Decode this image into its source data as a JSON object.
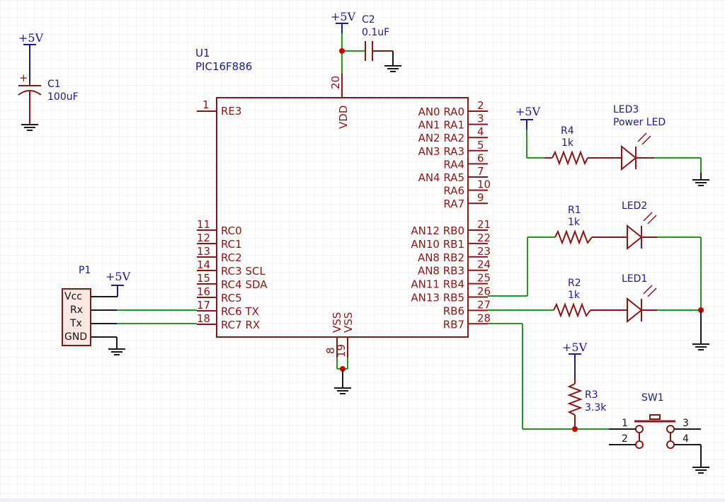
{
  "colors": {
    "wire": "#1f9a1f",
    "part": "#8b1414",
    "power": "#1b1b8a",
    "junction": "#cc0000",
    "ground": "#1a1a1a"
  },
  "power_label": "+5V",
  "u1": {
    "ref": "U1",
    "value": "PIC16F886",
    "pin1_num": "1",
    "pin1_name": "RE3",
    "vdd_num": "20",
    "vdd_name": "VDD",
    "vss_nums": [
      "8",
      "19"
    ],
    "vss_name": "VSS",
    "left_pins": [
      {
        "num": "11",
        "name": "RC0"
      },
      {
        "num": "12",
        "name": "RC1"
      },
      {
        "num": "13",
        "name": "RC2"
      },
      {
        "num": "14",
        "name": "RC3 SCL"
      },
      {
        "num": "15",
        "name": "RC4 SDA"
      },
      {
        "num": "16",
        "name": "RC5"
      },
      {
        "num": "17",
        "name": "RC6 TX"
      },
      {
        "num": "18",
        "name": "RC7 RX"
      }
    ],
    "right_pins": [
      {
        "num": "2",
        "name": "AN0 RA0"
      },
      {
        "num": "3",
        "name": "AN1 RA1"
      },
      {
        "num": "4",
        "name": "AN2 RA2"
      },
      {
        "num": "5",
        "name": "AN3 RA3"
      },
      {
        "num": "6",
        "name": "RA4"
      },
      {
        "num": "7",
        "name": "AN4 RA5"
      },
      {
        "num": "10",
        "name": "RA6"
      },
      {
        "num": "9",
        "name": "RA7"
      },
      {
        "num": "21",
        "name": "AN12 RB0"
      },
      {
        "num": "22",
        "name": "AN10 RB1"
      },
      {
        "num": "23",
        "name": "AN8 RB2"
      },
      {
        "num": "24",
        "name": "AN8 RB3"
      },
      {
        "num": "25",
        "name": "AN11 RB4"
      },
      {
        "num": "26",
        "name": "AN13 RB5"
      },
      {
        "num": "27",
        "name": "RB6"
      },
      {
        "num": "28",
        "name": "RB7"
      }
    ]
  },
  "c1": {
    "ref": "C1",
    "value": "100uF"
  },
  "c2": {
    "ref": "C2",
    "value": "0.1uF"
  },
  "p1": {
    "ref": "P1",
    "pins": [
      "Vcc",
      "Rx",
      "Tx",
      "GND"
    ]
  },
  "r1": {
    "ref": "R1",
    "value": "1k"
  },
  "r2": {
    "ref": "R2",
    "value": "1k"
  },
  "r3": {
    "ref": "R3",
    "value": "3.3k"
  },
  "r4": {
    "ref": "R4",
    "value": "1k"
  },
  "led1": {
    "ref": "LED1"
  },
  "led2": {
    "ref": "LED2"
  },
  "led3": {
    "ref": "LED3",
    "value": "Power LED"
  },
  "sw1": {
    "ref": "SW1",
    "pins": [
      "1",
      "2",
      "3",
      "4"
    ]
  }
}
